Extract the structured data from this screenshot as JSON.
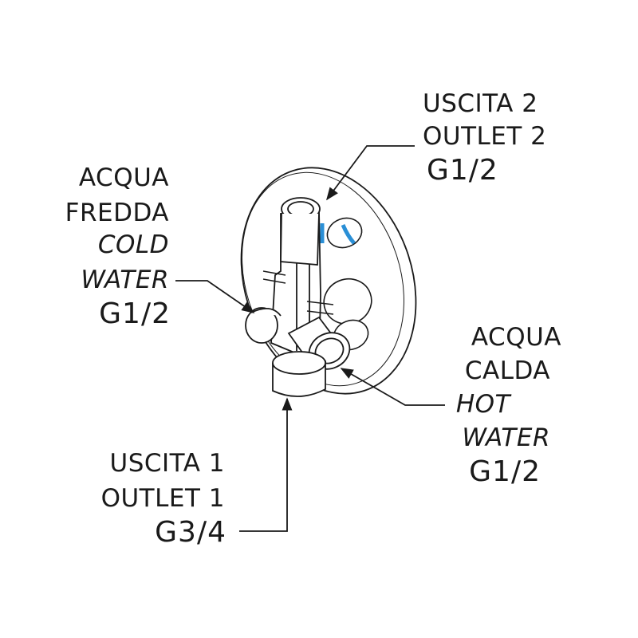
{
  "outlet2": {
    "line1": "USCITA 2",
    "line2": "OUTLET 2",
    "size": "G1/2"
  },
  "cold": {
    "line1": "ACQUA",
    "line2": "FREDDA",
    "line3": "COLD",
    "line4": "WATER",
    "size": "G1/2"
  },
  "hot": {
    "line1": "ACQUA",
    "line2": "CALDA",
    "line3": "HOT",
    "line4": "WATER",
    "size": "G1/2"
  },
  "outlet1": {
    "line1": "USCITA 1",
    "line2": "OUTLET 1",
    "size": "G3/4"
  },
  "colors": {
    "stroke": "#1a1a1a",
    "accent": "#2a8fd6",
    "fill": "#ffffff"
  }
}
